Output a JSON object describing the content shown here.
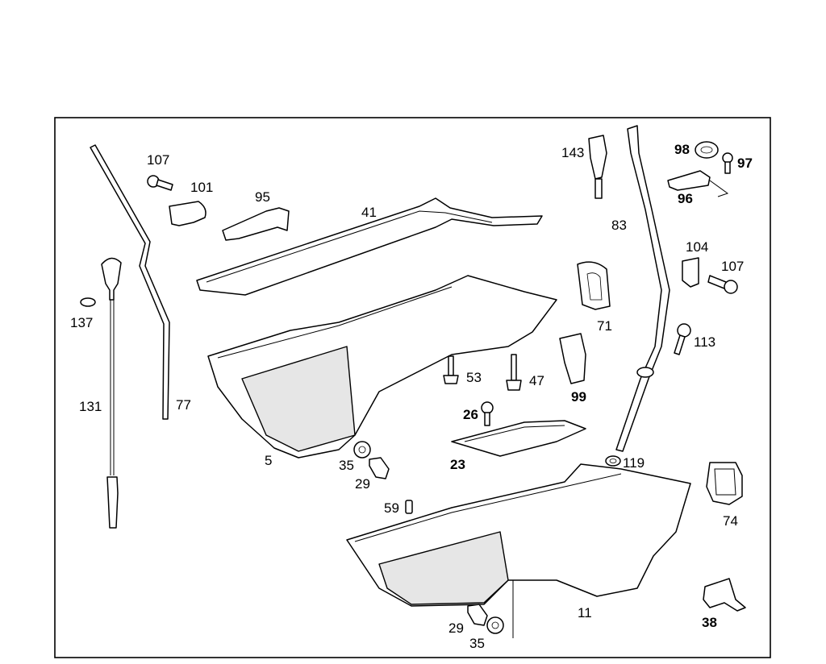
{
  "labels": {
    "p107a": "107",
    "p101": "101",
    "p95": "95",
    "p41": "41",
    "p137": "137",
    "p131": "131",
    "p77": "77",
    "p5": "5",
    "p35a": "35",
    "p29a": "29",
    "p53": "53",
    "p47": "47",
    "p99": "99",
    "p26": "26",
    "p23": "23",
    "p59": "59",
    "p143": "143",
    "p83": "83",
    "p98": "98",
    "p97": "97",
    "p96": "96",
    "p104": "104",
    "p107b": "107",
    "p71": "71",
    "p113": "113",
    "p119": "119",
    "p74": "74",
    "p11": "11",
    "p29b": "29",
    "p35b": "35",
    "p38": "38"
  }
}
